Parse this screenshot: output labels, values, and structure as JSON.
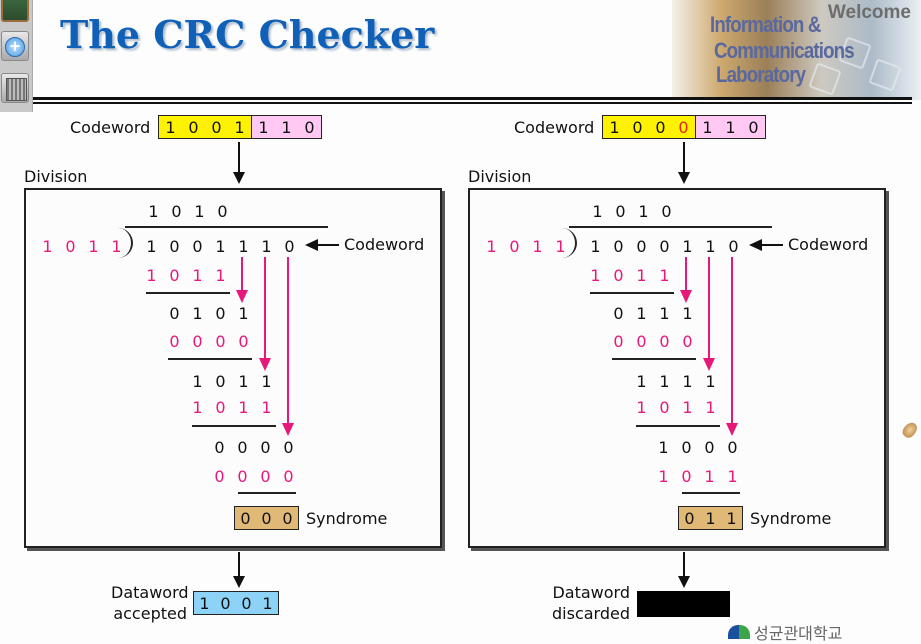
{
  "title": "The CRC Checker",
  "banner": {
    "welcome": "Welcome",
    "lines": [
      "Information &",
      "Communications",
      "Laboratory"
    ]
  },
  "toolbar": {
    "items": [
      {
        "name": "whiteboard",
        "icon": "board-icon"
      },
      {
        "name": "zoom",
        "icon": "zoom-in-icon",
        "glyph": "+"
      },
      {
        "name": "trash",
        "icon": "trash-icon"
      }
    ]
  },
  "left": {
    "codeword_label": "Codeword",
    "codeword_data": [
      "1",
      "0",
      "0",
      "1"
    ],
    "codeword_check": [
      "1",
      "1",
      "0"
    ],
    "division_label": "Division",
    "quotient": [
      "1",
      "0",
      "1",
      "0"
    ],
    "divisor": [
      "1",
      "0",
      "1",
      "1"
    ],
    "dividend": [
      "1",
      "0",
      "0",
      "1",
      "1",
      "1",
      "0"
    ],
    "dividend_label": "Codeword",
    "steps": [
      {
        "sub": [
          "1",
          "0",
          "1",
          "1"
        ],
        "rem": [
          "0",
          "1",
          "0",
          "1"
        ]
      },
      {
        "sub": [
          "0",
          "0",
          "0",
          "0"
        ],
        "rem": [
          "1",
          "0",
          "1",
          "1"
        ]
      },
      {
        "sub": [
          "1",
          "0",
          "1",
          "1"
        ],
        "rem": [
          "0",
          "0",
          "0",
          "0"
        ]
      },
      {
        "sub": [
          "0",
          "0",
          "0",
          "0"
        ]
      }
    ],
    "syndrome": [
      "0",
      "0",
      "0"
    ],
    "syndrome_label": "Syndrome",
    "result_label_1": "Dataword",
    "result_label_2": "accepted",
    "dataword": [
      "1",
      "0",
      "0",
      "1"
    ]
  },
  "right": {
    "codeword_label": "Codeword",
    "codeword_data": [
      "1",
      "0",
      "0",
      "0"
    ],
    "codeword_error_index": 3,
    "codeword_check": [
      "1",
      "1",
      "0"
    ],
    "division_label": "Division",
    "quotient": [
      "1",
      "0",
      "1",
      "0"
    ],
    "divisor": [
      "1",
      "0",
      "1",
      "1"
    ],
    "dividend": [
      "1",
      "0",
      "0",
      "0",
      "1",
      "1",
      "0"
    ],
    "dividend_label": "Codeword",
    "steps": [
      {
        "sub": [
          "1",
          "0",
          "1",
          "1"
        ],
        "rem": [
          "0",
          "1",
          "1",
          "1"
        ]
      },
      {
        "sub": [
          "0",
          "0",
          "0",
          "0"
        ],
        "rem": [
          "1",
          "1",
          "1",
          "1"
        ]
      },
      {
        "sub": [
          "1",
          "0",
          "1",
          "1"
        ],
        "rem": [
          "1",
          "0",
          "0",
          "0"
        ]
      },
      {
        "sub": [
          "1",
          "0",
          "1",
          "1"
        ]
      }
    ],
    "syndrome": [
      "0",
      "1",
      "1"
    ],
    "syndrome_label": "Syndrome",
    "result_label_1": "Dataword",
    "result_label_2": "discarded"
  },
  "footer": {
    "logo_text": "성균관대학교"
  },
  "colors": {
    "title": "#1060b8",
    "divisor_pink": "#e6187a",
    "data_yellow": "#fff200",
    "check_pink": "#ffc9f4",
    "syndrome_tan": "#e1b977",
    "dataword_blue": "#8dd2f7",
    "error_red": "#e2241d"
  }
}
